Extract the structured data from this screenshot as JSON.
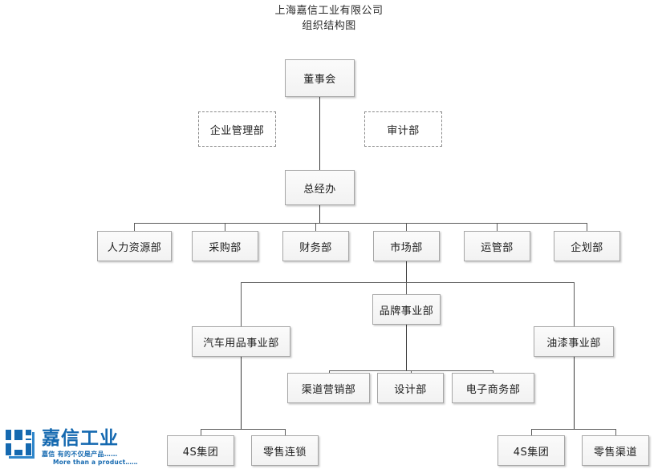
{
  "title": {
    "line1": "上海嘉信工业有限公司",
    "line2": "组织结构图"
  },
  "colors": {
    "box_border": "#a6a6a6",
    "box_fill": "#f5f5f5",
    "line": "#3a3a3a",
    "logo_blue": "#1569b0"
  },
  "nodes": {
    "board": {
      "label": "董事会"
    },
    "enterprise_mgmt": {
      "label": "企业管理部"
    },
    "audit": {
      "label": "审计部"
    },
    "gm_office": {
      "label": "总经办"
    },
    "departments": [
      {
        "label": "人力资源部"
      },
      {
        "label": "采购部"
      },
      {
        "label": "财务部"
      },
      {
        "label": "市场部"
      },
      {
        "label": "运管部"
      },
      {
        "label": "企划部"
      }
    ],
    "divisions": {
      "auto_products": {
        "label": "汽车用品事业部"
      },
      "brand": {
        "label": "品牌事业部"
      },
      "paint": {
        "label": "油漆事业部"
      }
    },
    "brand_children": [
      {
        "label": "渠道营销部"
      },
      {
        "label": "设计部"
      },
      {
        "label": "电子商务部"
      }
    ],
    "auto_children": [
      {
        "label": "4S集团"
      },
      {
        "label": "零售连锁"
      }
    ],
    "paint_children": [
      {
        "label": "4S集团"
      },
      {
        "label": "零售渠道"
      }
    ]
  },
  "logo": {
    "company_name": "嘉信工业",
    "tagline_cn": "嘉信 有的不仅是产品……",
    "tagline_en": "More than a product……"
  }
}
